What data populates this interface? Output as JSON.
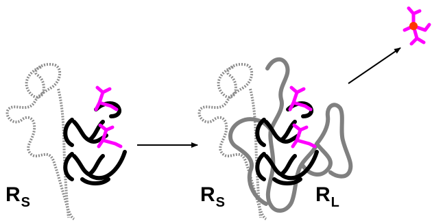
{
  "labels": {
    "left": {
      "main": "R",
      "sub": "S"
    },
    "middle_left": {
      "main": "R",
      "sub": "S"
    },
    "middle_right": {
      "main": "R",
      "sub": "L"
    }
  },
  "colors": {
    "background": "#ffffff",
    "black_strand": "#000000",
    "dotted_outline": "#8c8c8c",
    "gray_strand": "#808080",
    "ligand": "#ff00ff",
    "metal_center": "#ff3300",
    "arrow": "#000000"
  }
}
